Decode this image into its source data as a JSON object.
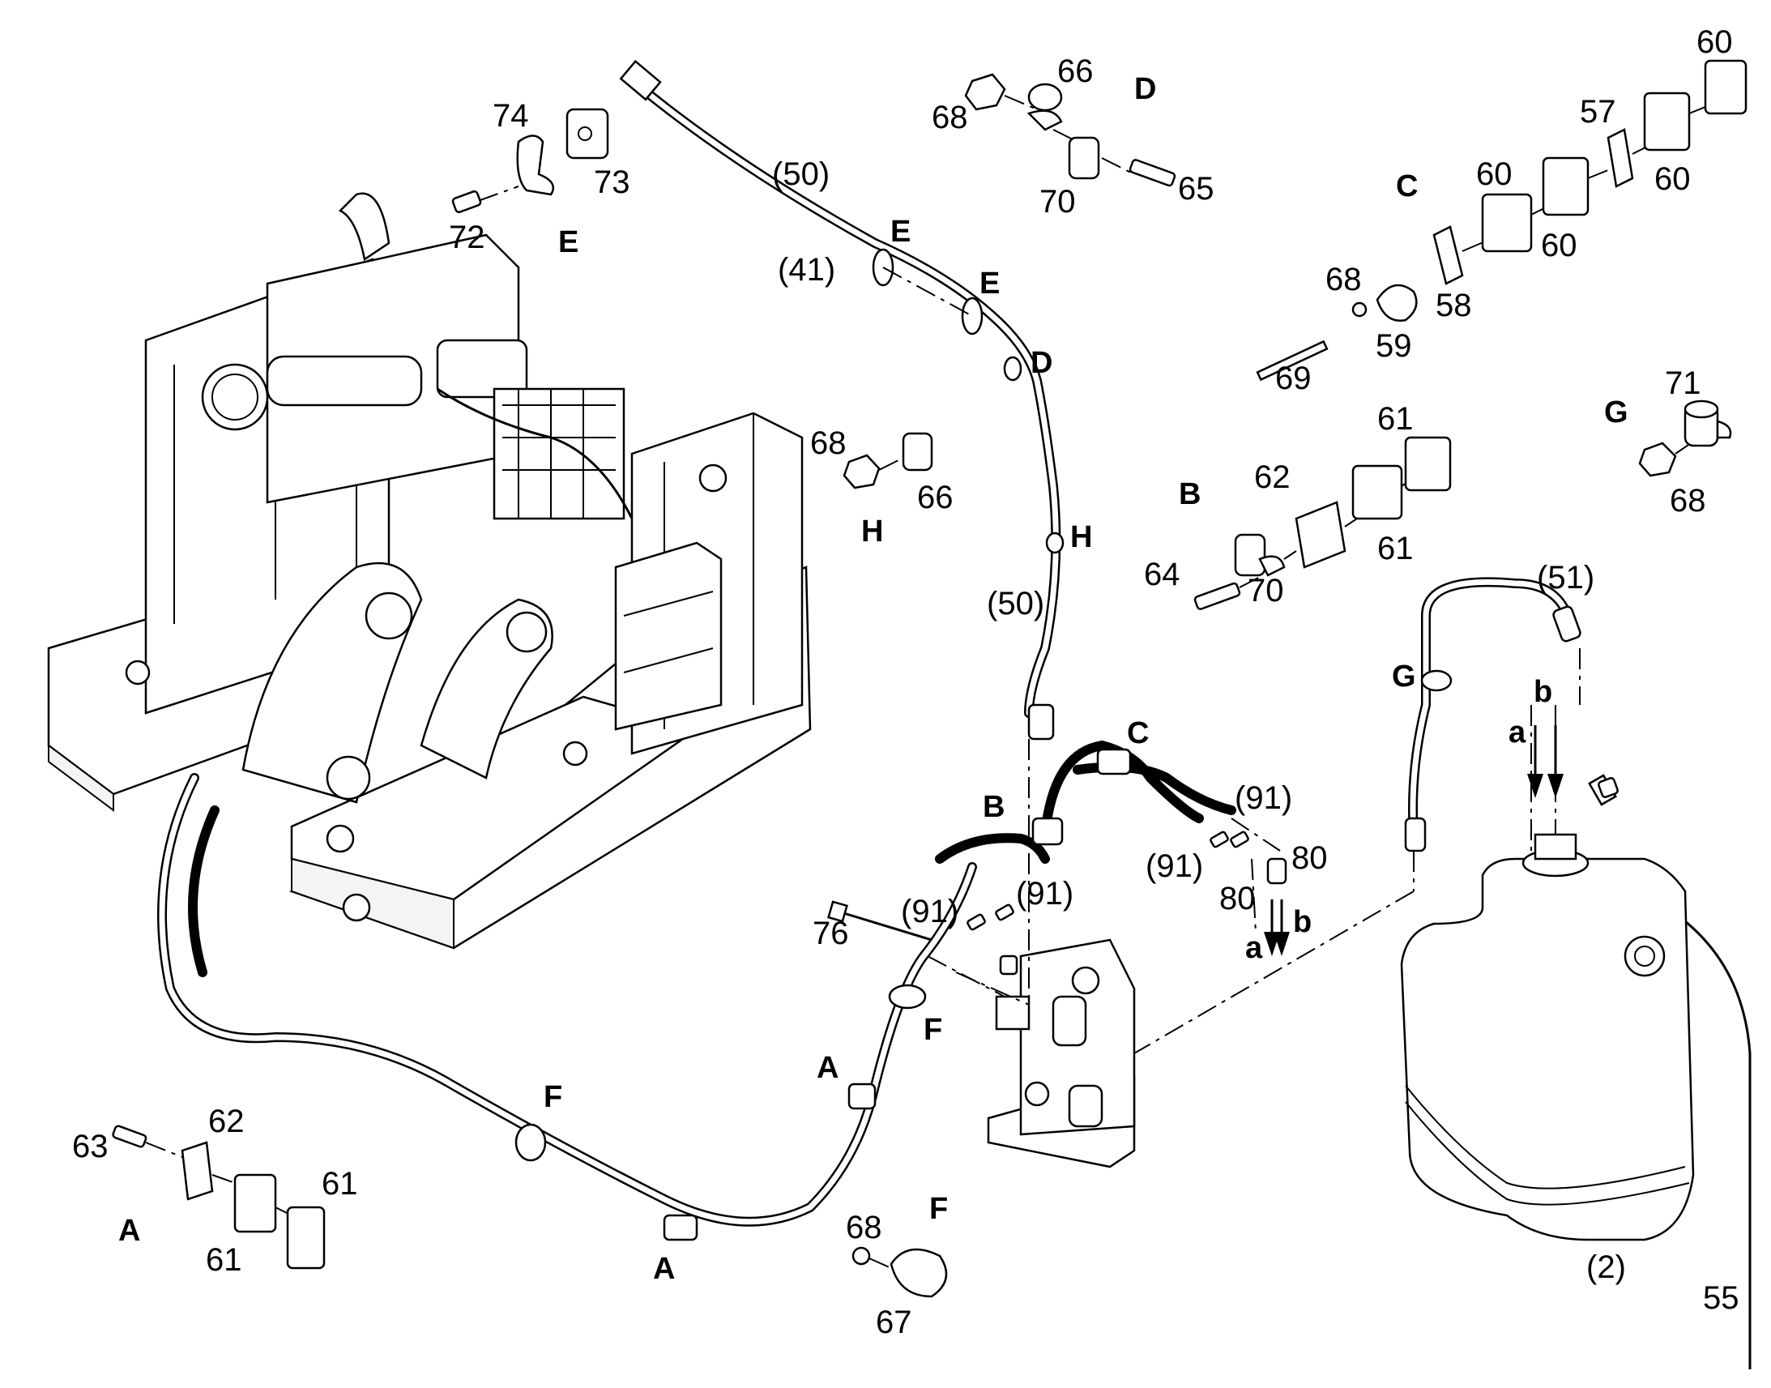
{
  "diagram": {
    "labels": [
      {
        "id": "lbl-74",
        "text": "74"
      },
      {
        "id": "lbl-73",
        "text": "73"
      },
      {
        "id": "lbl-72",
        "text": "72"
      },
      {
        "id": "lbl-E-top",
        "text": "E"
      },
      {
        "id": "lbl-50-top",
        "text": "(50)"
      },
      {
        "id": "lbl-41",
        "text": "(41)"
      },
      {
        "id": "lbl-E-hose1",
        "text": "E"
      },
      {
        "id": "lbl-E-hose2",
        "text": "E"
      },
      {
        "id": "lbl-D-hose",
        "text": "D"
      },
      {
        "id": "lbl-66-D",
        "text": "66"
      },
      {
        "id": "lbl-68-D",
        "text": "68"
      },
      {
        "id": "lbl-D-title",
        "text": "D"
      },
      {
        "id": "lbl-70-D",
        "text": "70"
      },
      {
        "id": "lbl-65",
        "text": "65"
      },
      {
        "id": "lbl-60-a",
        "text": "60"
      },
      {
        "id": "lbl-57",
        "text": "57"
      },
      {
        "id": "lbl-60-b",
        "text": "60"
      },
      {
        "id": "lbl-60-c",
        "text": "60"
      },
      {
        "id": "lbl-60-d",
        "text": "60"
      },
      {
        "id": "lbl-C-title",
        "text": "C"
      },
      {
        "id": "lbl-68-C",
        "text": "68"
      },
      {
        "id": "lbl-58",
        "text": "58"
      },
      {
        "id": "lbl-59",
        "text": "59"
      },
      {
        "id": "lbl-69",
        "text": "69"
      },
      {
        "id": "lbl-71",
        "text": "71"
      },
      {
        "id": "lbl-G-title",
        "text": "G"
      },
      {
        "id": "lbl-68-G",
        "text": "68"
      },
      {
        "id": "lbl-68-H",
        "text": "68"
      },
      {
        "id": "lbl-66-H",
        "text": "66"
      },
      {
        "id": "lbl-H-title",
        "text": "H"
      },
      {
        "id": "lbl-H-hose",
        "text": "H"
      },
      {
        "id": "lbl-61-B1",
        "text": "61"
      },
      {
        "id": "lbl-62-B",
        "text": "62"
      },
      {
        "id": "lbl-B-title",
        "text": "B"
      },
      {
        "id": "lbl-61-B2",
        "text": "61"
      },
      {
        "id": "lbl-64",
        "text": "64"
      },
      {
        "id": "lbl-70-B",
        "text": "70"
      },
      {
        "id": "lbl-50-mid",
        "text": "(50)"
      },
      {
        "id": "lbl-51",
        "text": "(51)"
      },
      {
        "id": "lbl-G-hose",
        "text": "G"
      },
      {
        "id": "lbl-b-upper",
        "text": "b"
      },
      {
        "id": "lbl-a-upper",
        "text": "a"
      },
      {
        "id": "lbl-C-hose",
        "text": "C"
      },
      {
        "id": "lbl-B-hose",
        "text": "B"
      },
      {
        "id": "lbl-91-a",
        "text": "(91)"
      },
      {
        "id": "lbl-91-b",
        "text": "(91)"
      },
      {
        "id": "lbl-80-a",
        "text": "80"
      },
      {
        "id": "lbl-80-b",
        "text": "80"
      },
      {
        "id": "lbl-a-lower",
        "text": "a"
      },
      {
        "id": "lbl-b-lower",
        "text": "b"
      },
      {
        "id": "lbl-76",
        "text": "76"
      },
      {
        "id": "lbl-91-c",
        "text": "(91)"
      },
      {
        "id": "lbl-91-d",
        "text": "(91)"
      },
      {
        "id": "lbl-F-hose1",
        "text": "F"
      },
      {
        "id": "lbl-A-hose1",
        "text": "A"
      },
      {
        "id": "lbl-F-hose2",
        "text": "F"
      },
      {
        "id": "lbl-A-hose2",
        "text": "A"
      },
      {
        "id": "lbl-63",
        "text": "63"
      },
      {
        "id": "lbl-62-A",
        "text": "62"
      },
      {
        "id": "lbl-61-A1",
        "text": "61"
      },
      {
        "id": "lbl-A-title",
        "text": "A"
      },
      {
        "id": "lbl-61-A2",
        "text": "61"
      },
      {
        "id": "lbl-F-title",
        "text": "F"
      },
      {
        "id": "lbl-68-F",
        "text": "68"
      },
      {
        "id": "lbl-67",
        "text": "67"
      },
      {
        "id": "lbl-2",
        "text": "(2)"
      },
      {
        "id": "lbl-55",
        "text": "55"
      }
    ]
  }
}
